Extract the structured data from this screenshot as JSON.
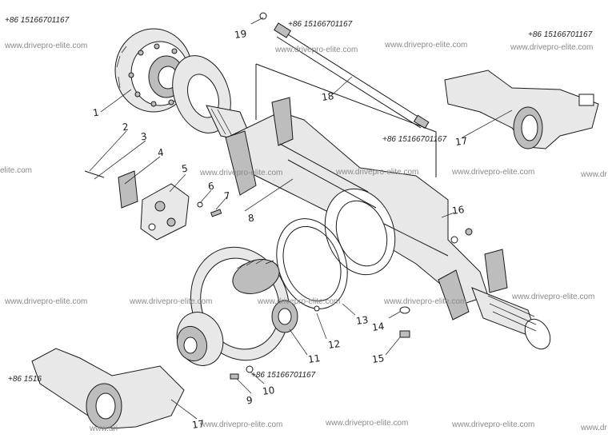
{
  "callouts": [
    {
      "id": "1",
      "text": "1"
    },
    {
      "id": "2",
      "text": "2"
    },
    {
      "id": "3",
      "text": "3"
    },
    {
      "id": "4",
      "text": "4"
    },
    {
      "id": "5",
      "text": "5"
    },
    {
      "id": "6",
      "text": "6"
    },
    {
      "id": "7",
      "text": "7"
    },
    {
      "id": "8",
      "text": "8"
    },
    {
      "id": "9",
      "text": "9"
    },
    {
      "id": "10",
      "text": "10"
    },
    {
      "id": "11",
      "text": "11"
    },
    {
      "id": "12",
      "text": "12"
    },
    {
      "id": "13",
      "text": "13"
    },
    {
      "id": "14",
      "text": "14"
    },
    {
      "id": "15",
      "text": "15"
    },
    {
      "id": "16",
      "text": "16"
    },
    {
      "id": "17a",
      "text": "17"
    },
    {
      "id": "17b",
      "text": "17"
    },
    {
      "id": "18",
      "text": "18"
    },
    {
      "id": "19",
      "text": "19"
    }
  ],
  "phone_text": "+86 15166701167",
  "watermark_text": "www.drivepro-elite.com",
  "watermark_fragment_left": "elite.com",
  "watermark_fragment_right": "www.dr",
  "watermark_fragment_bottom": "www.dr",
  "watermark_fragment_bottom_left": "www.dri",
  "watermark_fragment_phone_left": "+86 1516"
}
